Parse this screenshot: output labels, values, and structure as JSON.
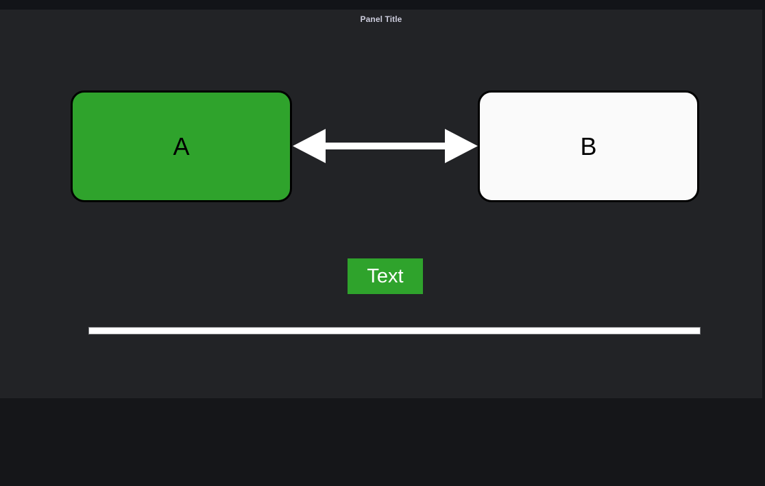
{
  "page": {
    "background": "#151619"
  },
  "panel": {
    "title": "Panel Title",
    "background": "#222326",
    "title_color": "#ccccdc"
  },
  "diagram": {
    "nodes": [
      {
        "label": "A",
        "fill": "#2fa32c",
        "border_color": "#000000",
        "text_color": "#000000"
      },
      {
        "label": "B",
        "fill": "#fafafa",
        "border_color": "#000000",
        "text_color": "#000000"
      }
    ],
    "arrow": {
      "kind": "double-headed-horizontal",
      "color": "#ffffff"
    },
    "text_box": {
      "label": "Text",
      "background": "#2fa32c",
      "text_color": "#ffffff"
    },
    "divider_line": {
      "color": "#ffffff"
    }
  }
}
